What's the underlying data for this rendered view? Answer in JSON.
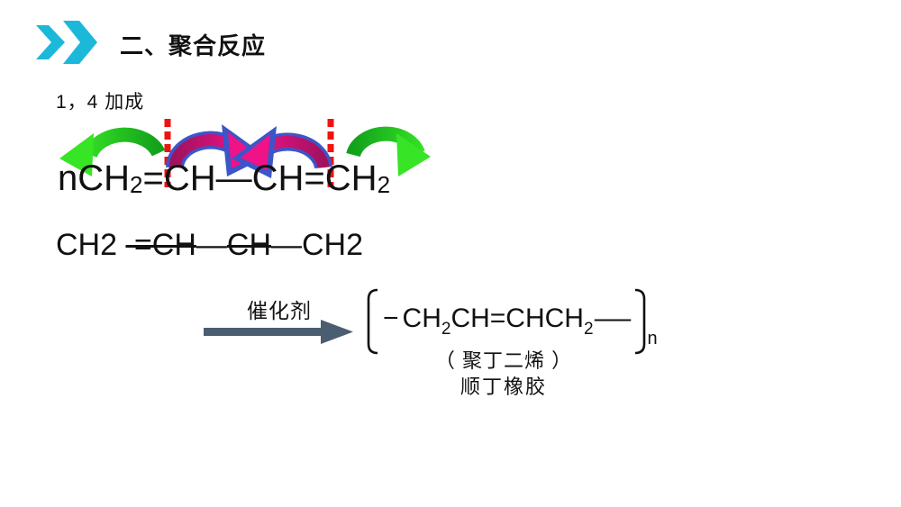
{
  "header": {
    "title": "二、聚合反应",
    "chevron_icon": "double-chevron-right"
  },
  "subtitle": "1，4 加成",
  "monomer": {
    "prefix": "n",
    "c1": "CH",
    "s1": "2",
    "b1": "=",
    "c2": "CH",
    "b2": "—",
    "c3": "CH",
    "b3": "=",
    "c4": "CH",
    "s2": "2"
  },
  "intermediate": {
    "p1": "CH2 ",
    "strike1": " =CH",
    "b1": "—",
    "strike2": "CH",
    "p2": "—CH2"
  },
  "reaction": {
    "catalyst_label": "催化剂",
    "arrow_icon": "right-arrow"
  },
  "polymer": {
    "d1": "−",
    "c1": "CH",
    "s1": "2",
    "mid": "CH=CHCH",
    "s2": "2",
    "d2": "—",
    "n": "n"
  },
  "product": {
    "name_paren": "（ 聚丁二烯 ）",
    "name_common": "顺丁橡胶"
  },
  "mechanism": {
    "left_arrow_icon": "curved-arrow-left-green",
    "right_arrow_icon": "curved-arrow-right-green",
    "center_arrows_icon": "curved-arrows-converging-magenta",
    "break_lines_icon": "red-dotted-bond-break-lines"
  },
  "colors": {
    "chevron": "#1cb8d9",
    "arrow_green_dark": "#12a11b",
    "arrow_green_bright": "#38e426",
    "arrow_magenta_dark": "#a0125e",
    "arrow_magenta_bright": "#f01287",
    "arrow_outline_blue": "#3c55c8",
    "dotted_line_red": "#ee1310",
    "catalyst_arrow": "#4b5d70",
    "text": "#111111",
    "background": "#ffffff"
  }
}
